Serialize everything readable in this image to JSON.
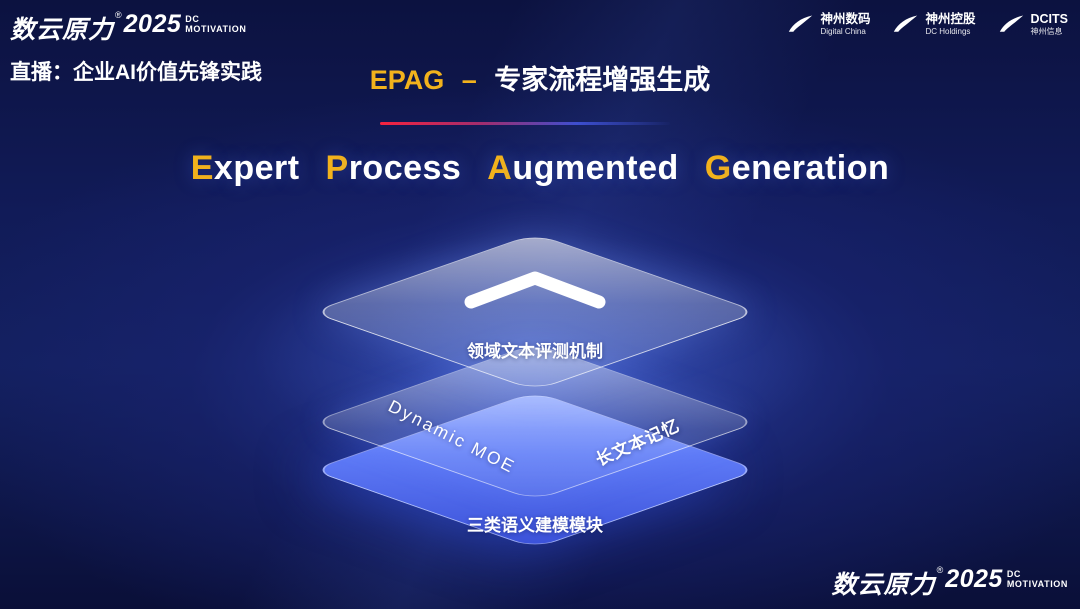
{
  "brand": {
    "name": "数云原力",
    "reg": "®",
    "year": "2025",
    "tag_line1": "DC",
    "tag_line2": "MOTIVATION"
  },
  "header": {
    "live_label": "直播：企业AI价值先锋实践",
    "title_en": "EPAG",
    "title_dash": "–",
    "title_cn": "专家流程增强生成",
    "partners": [
      {
        "cn": "神州数码",
        "en": "Digital China"
      },
      {
        "cn": "神州控股",
        "en": "DC Holdings"
      },
      {
        "cn": "DCITS",
        "en": "神州信息"
      }
    ]
  },
  "main_title": {
    "words": [
      {
        "first": "E",
        "rest": "xpert"
      },
      {
        "first": "P",
        "rest": "rocess"
      },
      {
        "first": "A",
        "rest": "ugmented"
      },
      {
        "first": "G",
        "rest": "eneration"
      }
    ]
  },
  "diagram": {
    "top_layer_label": "领域文本评测机制",
    "middle_layer_left_label": "Dynamic  MOE",
    "middle_layer_right_label": "长文本记忆",
    "bottom_layer_label": "三类语义建模模块"
  },
  "colors": {
    "gold": "#f2b21c",
    "accent_red": "#f5233f",
    "layer_blue": "#5f7bf7",
    "background_navy": "#0c1240"
  }
}
